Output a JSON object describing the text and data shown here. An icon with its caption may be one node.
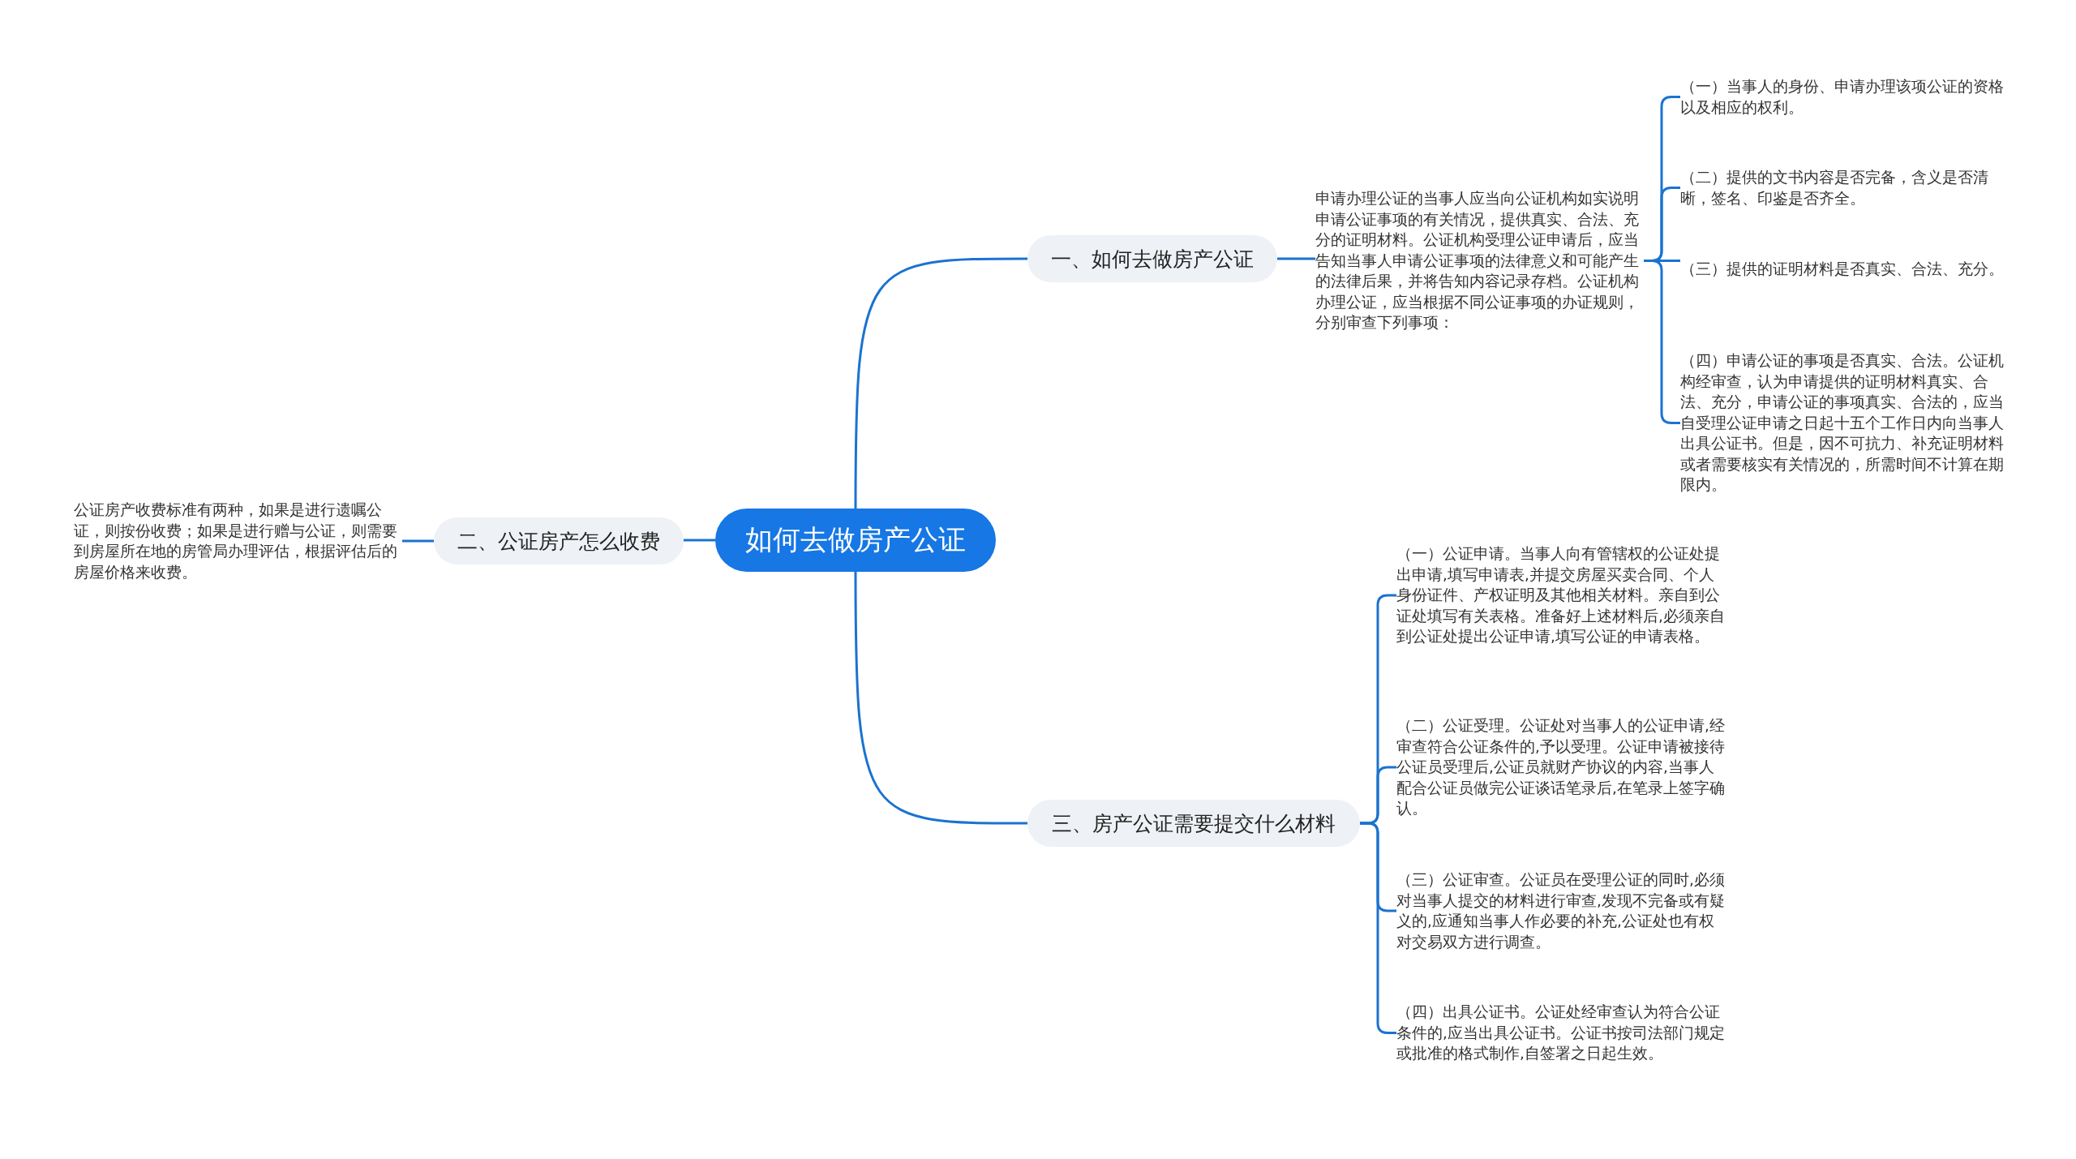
{
  "diagram": {
    "nodes": [
      {
        "text": [
          "如何去做房产公证"
        ]
      },
      {
        "text": [
          "一、如何去做房产公证"
        ]
      },
      {
        "text": [
          "申请办理公证的当事人应当向公证机构如实说明申请公证事项的有关情况，提供真实、合法、充分的证明材料。公证机构受理公证申请后，应当告知当事人申请公证事项的法律意义和可能产生的法律后果，并将告知内容记录存档。公证机构办理公证，应当根据不同公证事项的办证规则，分别审查下列事项："
        ]
      },
      {
        "text": [
          "（一）当事人的身份、申请办理该项公证的资格以及相应的权利。"
        ]
      },
      {
        "text": [
          "（二）提供的文书内容是否完备，含义是否清晰，签名、印鉴是否齐全。"
        ]
      },
      {
        "text": [
          "（三）提供的证明材料是否真实、合法、充分。"
        ]
      },
      {
        "text": [
          "（四）申请公证的事项是否真实、合法。公证机构经审查，认为申请提供的证明材料真实、合法、充分，申请公证的事项真实、合法的，应当自受理公证申请之日起十五个工作日内向当事人出具公证书。但是，因不可抗力、补充证明材料或者需要核实有关情况的，所需时间不计算在期限内。"
        ]
      },
      {
        "text": [
          "二、公证房产怎么收费"
        ]
      },
      {
        "text": [
          "公证房产收费标准有两种，如果是进行遗嘱公证，则按份收费；如果是进行赠与公证，则需要到房屋所在地的房管局办理评估，根据评估后的房屋价格来收费。"
        ]
      },
      {
        "text": [
          "三、房产公证需要提交什么材料"
        ]
      },
      {
        "text": [
          "（一）公证申请。当事人向有管辖权的公证处提出申请,填写申请表,并提交房屋买卖合同、个人身份证件、产权证明及其他相关材料。亲自到公证处填写有关表格。准备好上述材料后,必须亲自到公证处提出公证申请,填写公证的申请表格。"
        ]
      },
      {
        "text": [
          "（二）公证受理。公证处对当事人的公证申请,经审查符合公证条件的,予以受理。公证申请被接待公证员受理后,公证员就财产协议的内容,当事人配合公证员做完公证谈话笔录后,在笔录上签字确认。"
        ]
      },
      {
        "text": [
          "（三）公证审查。公证员在受理公证的同时,必须对当事人提交的材料进行审查,发现不完备或有疑义的,应通知当事人作必要的补充,公证处也有权对交易双方进行调查。"
        ]
      },
      {
        "text": [
          "（四）出具公证书。公证处经审查认为符合公证条件的,应当出具公证书。公证书按司法部门规定或批准的格式制作,自签署之日起生效。"
        ]
      }
    ],
    "edges": [
      {
        "from": 0,
        "to": 1,
        "arrow": "none"
      },
      {
        "from": 1,
        "to": 2,
        "arrow": "none"
      },
      {
        "from": 2,
        "to": 3,
        "arrow": "none"
      },
      {
        "from": 2,
        "to": 4,
        "arrow": "none"
      },
      {
        "from": 2,
        "to": 5,
        "arrow": "none"
      },
      {
        "from": 2,
        "to": 6,
        "arrow": "none"
      },
      {
        "from": 0,
        "to": 7,
        "arrow": "none"
      },
      {
        "from": 7,
        "to": 8,
        "arrow": "none"
      },
      {
        "from": 0,
        "to": 9,
        "arrow": "none"
      },
      {
        "from": 9,
        "to": 10,
        "arrow": "none"
      },
      {
        "from": 9,
        "to": 11,
        "arrow": "none"
      },
      {
        "from": 9,
        "to": 12,
        "arrow": "none"
      },
      {
        "from": 9,
        "to": 13,
        "arrow": "none"
      }
    ]
  }
}
